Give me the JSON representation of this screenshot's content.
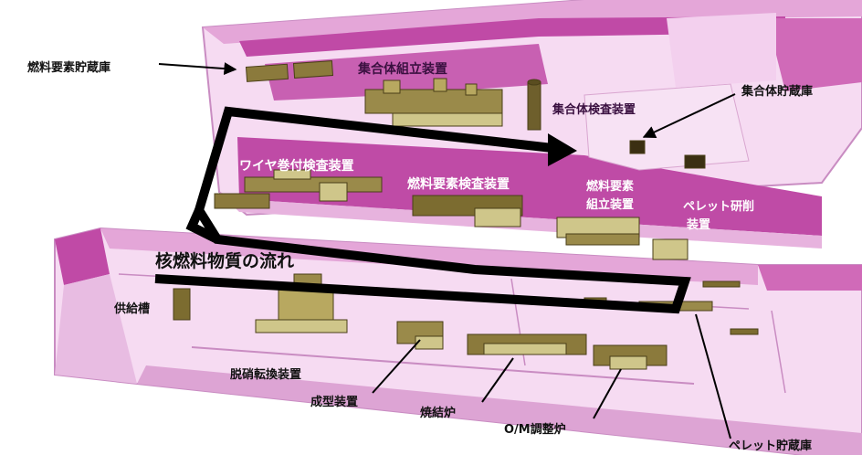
{
  "colors": {
    "floor": "#f3d2ef",
    "floor_edge": "#c98cc2",
    "wall_top": "#c04aa6",
    "wall_side": "#e4a6d8",
    "equipment": "#8b7a3c",
    "equipment_light": "#cfc68a",
    "flow_line": "#000000"
  },
  "labels": {
    "fuel_element_storage": "燃料要素貯蔵庫",
    "assembly_build": "集合体組立装置",
    "assembly_storage": "集合体貯蔵庫",
    "assembly_inspection": "集合体検査装置",
    "wire_inspection": "ワイヤ巻付検査装置",
    "fuel_element_inspection": "燃料要素検査装置",
    "fuel_element_assembly_line1": "燃料要素",
    "fuel_element_assembly_line2": "組立装置",
    "pellet_grinding_line1": "ペレット研削",
    "pellet_grinding_line2": "装置",
    "flow_title": "核燃料物質の流れ",
    "supply_tank": "供給槽",
    "grading_transfer": "脱硝転換装置",
    "forming": "成型装置",
    "sintering": "焼結炉",
    "om_adjust": "O/M調整炉",
    "pellet_storage": "ペレット貯蔵庫"
  }
}
